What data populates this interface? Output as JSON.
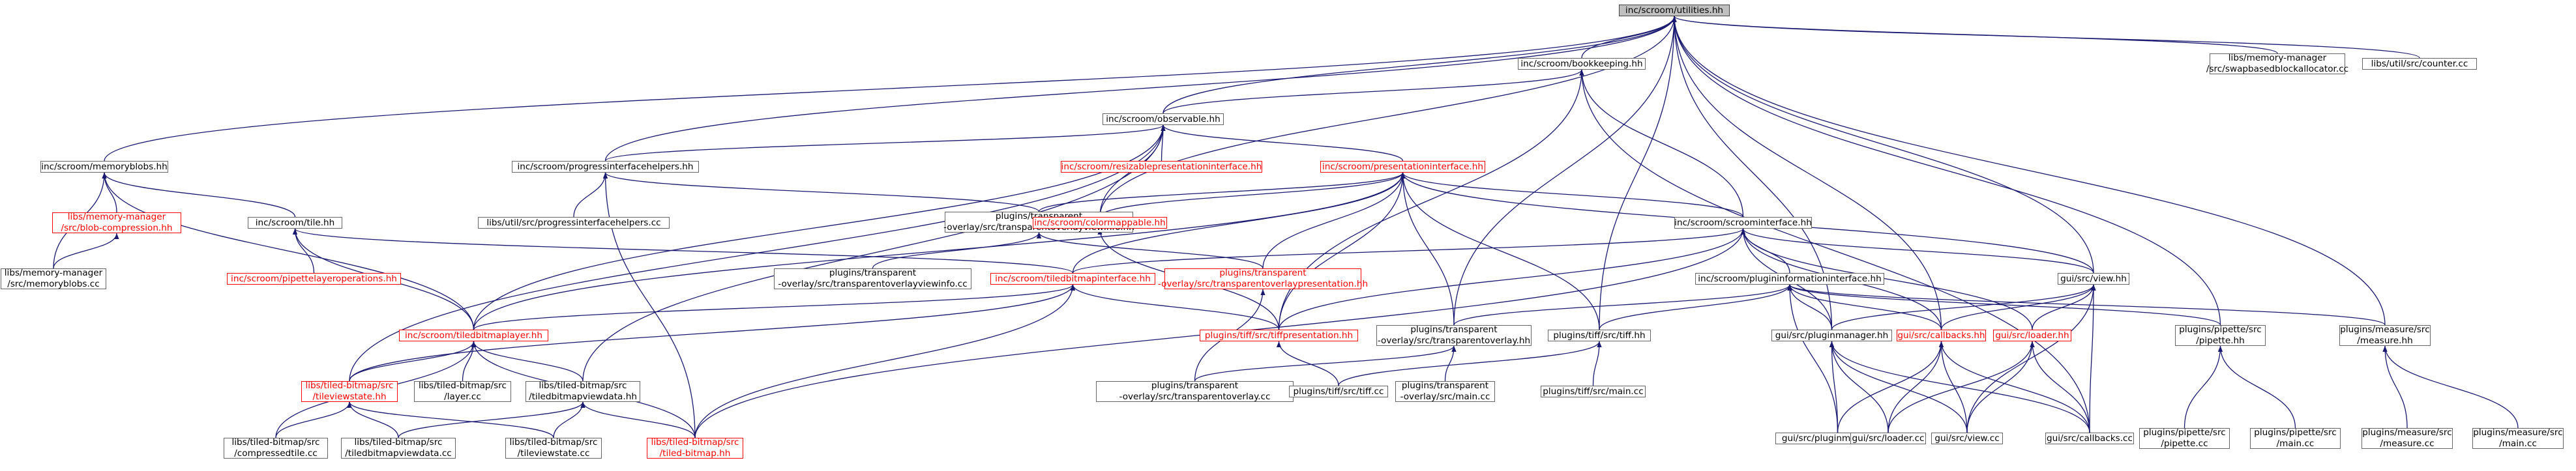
{
  "colors": {
    "edge": "#191970",
    "node_border": "#666666",
    "root_fill": "#bfbfbf",
    "incomplete_border": "#ff0000",
    "incomplete_text": "#ff0000"
  },
  "nodes": [
    {
      "id": "utilities",
      "lines": [
        "inc/scroom/utilities.hh"
      ],
      "style": "root"
    },
    {
      "id": "bookkeeping",
      "lines": [
        "inc/scroom/bookkeeping.hh"
      ],
      "style": "normal"
    },
    {
      "id": "swapbased",
      "lines": [
        "libs/memory-manager",
        "/src/swapbasedblockallocator.cc"
      ],
      "style": "normal"
    },
    {
      "id": "counter",
      "lines": [
        "libs/util/src/counter.cc"
      ],
      "style": "normal"
    },
    {
      "id": "observable",
      "lines": [
        "inc/scroom/observable.hh"
      ],
      "style": "normal"
    },
    {
      "id": "memoryblobs",
      "lines": [
        "inc/scroom/memoryblobs.hh"
      ],
      "style": "normal"
    },
    {
      "id": "progresshelpers",
      "lines": [
        "inc/scroom/progressinterfacehelpers.hh"
      ],
      "style": "normal"
    },
    {
      "id": "resizable",
      "lines": [
        "inc/scroom/resizablepresentationinterface.hh"
      ],
      "style": "red"
    },
    {
      "id": "presentationif",
      "lines": [
        "inc/scroom/presentationinterface.hh"
      ],
      "style": "red"
    },
    {
      "id": "blobcomp",
      "lines": [
        "libs/memory-manager",
        "/src/blob-compression.hh"
      ],
      "style": "red"
    },
    {
      "id": "tilehh",
      "lines": [
        "inc/scroom/tile.hh"
      ],
      "style": "normal"
    },
    {
      "id": "progresshelperscc",
      "lines": [
        "libs/util/src/progressinterfacehelpers.cc"
      ],
      "style": "normal"
    },
    {
      "id": "tovwinfohh",
      "lines": [
        "plugins/transparent",
        "-overlay/src/transparentoverlayviewinfo.hh"
      ],
      "style": "normal"
    },
    {
      "id": "colormappable",
      "lines": [
        "inc/scroom/colormappable.hh"
      ],
      "style": "red"
    },
    {
      "id": "scroominterface",
      "lines": [
        "inc/scroom/scroominterface.hh"
      ],
      "style": "normal"
    },
    {
      "id": "memoryblobscc",
      "lines": [
        "libs/memory-manager",
        "/src/memoryblobs.cc"
      ],
      "style": "normal"
    },
    {
      "id": "pipettelayerops",
      "lines": [
        "inc/scroom/pipettelayeroperations.hh"
      ],
      "style": "red"
    },
    {
      "id": "tovwinfocc",
      "lines": [
        "plugins/transparent",
        "-overlay/src/transparentoverlayviewinfo.cc"
      ],
      "style": "normal"
    },
    {
      "id": "topresentationhh",
      "lines": [
        "plugins/transparent",
        "-overlay/src/transparentoverlaypresentation.hh"
      ],
      "style": "red"
    },
    {
      "id": "tiledbitmapif",
      "lines": [
        "inc/scroom/tiledbitmapinterface.hh"
      ],
      "style": "red"
    },
    {
      "id": "plugininfoif",
      "lines": [
        "inc/scroom/plugininformationinterface.hh"
      ],
      "style": "normal"
    },
    {
      "id": "guiview",
      "lines": [
        "gui/src/view.hh"
      ],
      "style": "normal"
    },
    {
      "id": "tiledbitmaplayer",
      "lines": [
        "inc/scroom/tiledbitmaplayer.hh"
      ],
      "style": "red"
    },
    {
      "id": "tiffpresentation",
      "lines": [
        "plugins/tiff/src/tiffpresentation.hh"
      ],
      "style": "red"
    },
    {
      "id": "tooverlayhh",
      "lines": [
        "plugins/transparent",
        "-overlay/src/transparentoverlay.hh"
      ],
      "style": "normal"
    },
    {
      "id": "tiffhh",
      "lines": [
        "plugins/tiff/src/tiff.hh"
      ],
      "style": "normal"
    },
    {
      "id": "pluginmanagerhh",
      "lines": [
        "gui/src/pluginmanager.hh"
      ],
      "style": "normal"
    },
    {
      "id": "callbackshh",
      "lines": [
        "gui/src/callbacks.hh"
      ],
      "style": "red"
    },
    {
      "id": "loaderhh",
      "lines": [
        "gui/src/loader.hh"
      ],
      "style": "red"
    },
    {
      "id": "pipettehh",
      "lines": [
        "plugins/pipette/src",
        "/pipette.hh"
      ],
      "style": "normal"
    },
    {
      "id": "measurehh",
      "lines": [
        "plugins/measure/src",
        "/measure.hh"
      ],
      "style": "normal"
    },
    {
      "id": "tileviewstatehh",
      "lines": [
        "libs/tiled-bitmap/src",
        "/tileviewstate.hh"
      ],
      "style": "red"
    },
    {
      "id": "layercc",
      "lines": [
        "libs/tiled-bitmap/src",
        "/layer.cc"
      ],
      "style": "normal"
    },
    {
      "id": "tbviewdatahh",
      "lines": [
        "libs/tiled-bitmap/src",
        "/tiledbitmapviewdata.hh"
      ],
      "style": "normal"
    },
    {
      "id": "tooverlaycc",
      "lines": [
        "plugins/transparent",
        "-overlay/src/transparentoverlay.cc"
      ],
      "style": "normal"
    },
    {
      "id": "tiffcc",
      "lines": [
        "plugins/tiff/src/tiff.cc"
      ],
      "style": "normal"
    },
    {
      "id": "tomaincc",
      "lines": [
        "plugins/transparent",
        "-overlay/src/main.cc"
      ],
      "style": "normal"
    },
    {
      "id": "tiffmaincc",
      "lines": [
        "plugins/tiff/src/main.cc"
      ],
      "style": "normal"
    },
    {
      "id": "pluginmanagercc",
      "lines": [
        "gui/src/pluginmanager.cc"
      ],
      "style": "normal"
    },
    {
      "id": "loadercc",
      "lines": [
        "gui/src/loader.cc"
      ],
      "style": "normal"
    },
    {
      "id": "viewcc",
      "lines": [
        "gui/src/view.cc"
      ],
      "style": "normal"
    },
    {
      "id": "callbackscc",
      "lines": [
        "gui/src/callbacks.cc"
      ],
      "style": "normal"
    },
    {
      "id": "pipettecc",
      "lines": [
        "plugins/pipette/src",
        "/pipette.cc"
      ],
      "style": "normal"
    },
    {
      "id": "pipettemaincc",
      "lines": [
        "plugins/pipette/src",
        "/main.cc"
      ],
      "style": "normal"
    },
    {
      "id": "measurecc",
      "lines": [
        "plugins/measure/src",
        "/measure.cc"
      ],
      "style": "normal"
    },
    {
      "id": "measuremaincc",
      "lines": [
        "plugins/measure/src",
        "/main.cc"
      ],
      "style": "normal"
    },
    {
      "id": "compressedtile",
      "lines": [
        "libs/tiled-bitmap/src",
        "/compressedtile.cc"
      ],
      "style": "normal"
    },
    {
      "id": "tbviewdatacc",
      "lines": [
        "libs/tiled-bitmap/src",
        "/tiledbitmapviewdata.cc"
      ],
      "style": "normal"
    },
    {
      "id": "tileviewstatecc",
      "lines": [
        "libs/tiled-bitmap/src",
        "/tileviewstate.cc"
      ],
      "style": "normal"
    },
    {
      "id": "tiledbitmaphh",
      "lines": [
        "libs/tiled-bitmap/src",
        "/tiled-bitmap.hh"
      ],
      "style": "red"
    }
  ],
  "edges": [
    [
      "bookkeeping",
      "utilities"
    ],
    [
      "swapbased",
      "utilities"
    ],
    [
      "counter",
      "utilities"
    ],
    [
      "observable",
      "utilities"
    ],
    [
      "memoryblobs",
      "utilities"
    ],
    [
      "progresshelpers",
      "utilities"
    ],
    [
      "tiffhh",
      "utilities"
    ],
    [
      "guiview",
      "utilities"
    ],
    [
      "pluginmanagerhh",
      "utilities"
    ],
    [
      "callbackshh",
      "utilities"
    ],
    [
      "pipettehh",
      "utilities"
    ],
    [
      "measurehh",
      "utilities"
    ],
    [
      "tooverlayhh",
      "utilities"
    ],
    [
      "colormappable",
      "utilities"
    ],
    [
      "observable",
      "bookkeeping"
    ],
    [
      "scroominterface",
      "bookkeeping"
    ],
    [
      "callbackscc",
      "bookkeeping"
    ],
    [
      "tiffpresentation",
      "bookkeeping"
    ],
    [
      "resizable",
      "observable"
    ],
    [
      "presentationif",
      "observable"
    ],
    [
      "progresshelpers",
      "observable"
    ],
    [
      "tiledbitmaplayer",
      "observable"
    ],
    [
      "tbviewdatahh",
      "observable"
    ],
    [
      "tileviewstatehh",
      "observable"
    ],
    [
      "colormappable",
      "observable"
    ],
    [
      "tilehh",
      "memoryblobs"
    ],
    [
      "blobcomp",
      "memoryblobs"
    ],
    [
      "memoryblobscc",
      "memoryblobs"
    ],
    [
      "tiledbitmaplayer",
      "memoryblobs"
    ],
    [
      "memoryblobscc",
      "blobcomp"
    ],
    [
      "progresshelperscc",
      "progresshelpers"
    ],
    [
      "tovwinfohh",
      "progresshelpers"
    ],
    [
      "tiledbitmaphh",
      "progresshelpers"
    ],
    [
      "tiledbitmaplayer",
      "tilehh"
    ],
    [
      "pipettelayerops",
      "tilehh"
    ],
    [
      "tiledbitmapif",
      "tilehh"
    ],
    [
      "tovwinfocc",
      "tovwinfohh"
    ],
    [
      "topresentationhh",
      "tovwinfohh"
    ],
    [
      "tiffpresentation",
      "colormappable"
    ],
    [
      "scroominterface",
      "presentationif"
    ],
    [
      "tiledbitmapif",
      "presentationif"
    ],
    [
      "colormappable",
      "presentationif"
    ],
    [
      "tovwinfohh",
      "presentationif"
    ],
    [
      "topresentationhh",
      "presentationif"
    ],
    [
      "tiffpresentation",
      "presentationif"
    ],
    [
      "tooverlayhh",
      "presentationif"
    ],
    [
      "tiffhh",
      "presentationif"
    ],
    [
      "guiview",
      "presentationif"
    ],
    [
      "tiledbitmaplayer",
      "presentationif"
    ],
    [
      "plugininfoif",
      "scroominterface"
    ],
    [
      "guiview",
      "scroominterface"
    ],
    [
      "pluginmanagerhh",
      "scroominterface"
    ],
    [
      "callbackshh",
      "scroominterface"
    ],
    [
      "loaderhh",
      "scroominterface"
    ],
    [
      "tiledbitmapif",
      "scroominterface"
    ],
    [
      "tiffpresentation",
      "scroominterface"
    ],
    [
      "tiledbitmaphh",
      "scroominterface"
    ],
    [
      "tooverlaycc",
      "topresentationhh"
    ],
    [
      "tiledbitmaplayer",
      "tiledbitmapif"
    ],
    [
      "tiffpresentation",
      "tiledbitmapif"
    ],
    [
      "tileviewstatehh",
      "tiledbitmapif"
    ],
    [
      "tiledbitmaphh",
      "tiledbitmapif"
    ],
    [
      "pluginmanagerhh",
      "plugininfoif"
    ],
    [
      "tiffhh",
      "plugininfoif"
    ],
    [
      "tooverlayhh",
      "plugininfoif"
    ],
    [
      "pipettehh",
      "plugininfoif"
    ],
    [
      "measurehh",
      "plugininfoif"
    ],
    [
      "pluginmanagercc",
      "plugininfoif"
    ],
    [
      "callbackshh",
      "plugininfoif"
    ],
    [
      "callbackshh",
      "guiview"
    ],
    [
      "loaderhh",
      "guiview"
    ],
    [
      "viewcc",
      "guiview"
    ],
    [
      "callbackscc",
      "guiview"
    ],
    [
      "pluginmanagerhh",
      "guiview"
    ],
    [
      "tileviewstatehh",
      "tiledbitmaplayer"
    ],
    [
      "layercc",
      "tiledbitmaplayer"
    ],
    [
      "tbviewdatahh",
      "tiledbitmaplayer"
    ],
    [
      "compressedtile",
      "tiledbitmaplayer"
    ],
    [
      "tiledbitmaphh",
      "tiledbitmaplayer"
    ],
    [
      "tiffcc",
      "tiffpresentation"
    ],
    [
      "tooverlaycc",
      "tooverlayhh"
    ],
    [
      "tomaincc",
      "tooverlayhh"
    ],
    [
      "tiffcc",
      "tiffhh"
    ],
    [
      "tiffmaincc",
      "tiffhh"
    ],
    [
      "pluginmanagercc",
      "pluginmanagerhh"
    ],
    [
      "loadercc",
      "pluginmanagerhh"
    ],
    [
      "viewcc",
      "pluginmanagerhh"
    ],
    [
      "callbackscc",
      "pluginmanagerhh"
    ],
    [
      "pluginmanagercc",
      "callbackshh"
    ],
    [
      "loadercc",
      "callbackshh"
    ],
    [
      "viewcc",
      "callbackshh"
    ],
    [
      "callbackscc",
      "callbackshh"
    ],
    [
      "loadercc",
      "loaderhh"
    ],
    [
      "viewcc",
      "loaderhh"
    ],
    [
      "callbackscc",
      "loaderhh"
    ],
    [
      "pipettecc",
      "pipettehh"
    ],
    [
      "pipettemaincc",
      "pipettehh"
    ],
    [
      "measurecc",
      "measurehh"
    ],
    [
      "measuremaincc",
      "measurehh"
    ],
    [
      "compressedtile",
      "tileviewstatehh"
    ],
    [
      "tbviewdatacc",
      "tileviewstatehh"
    ],
    [
      "tileviewstatecc",
      "tileviewstatehh"
    ],
    [
      "tbviewdatacc",
      "tbviewdatahh"
    ],
    [
      "tileviewstatecc",
      "tbviewdatahh"
    ],
    [
      "tiledbitmaphh",
      "tbviewdatahh"
    ]
  ]
}
